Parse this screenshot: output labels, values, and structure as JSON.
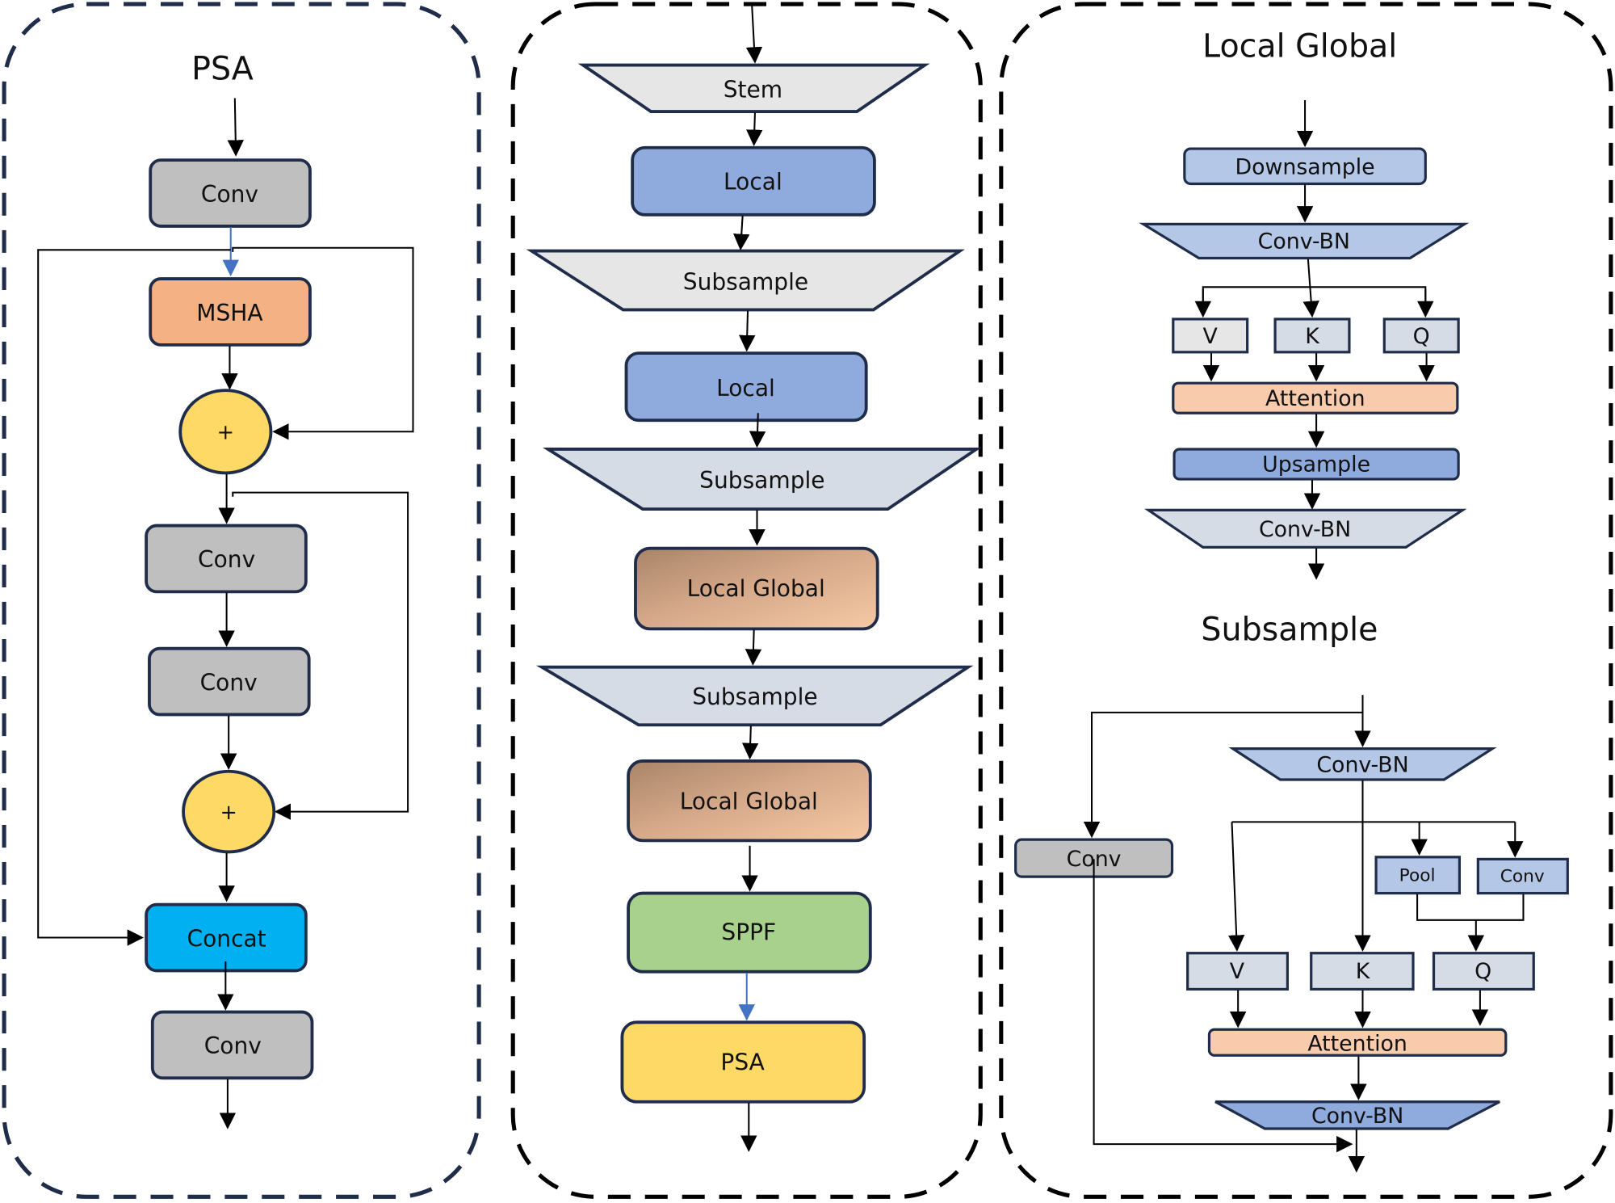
{
  "colors": {
    "gray": "#bfbfbf",
    "orange": "#f4b183",
    "yellow": "#ffd966",
    "cyan": "#00b0f0",
    "blue_mid": "#8faadc",
    "blue_light": "#b4c7e7",
    "blue_pale": "#d6dce5",
    "gray_light": "#e7e6e6",
    "green": "#a9d18e",
    "peach": "#f8cbad",
    "border": "#1f2d4a",
    "arrow_blue": "#4472c4"
  },
  "psa_panel": {
    "title": "PSA",
    "conv1": "Conv",
    "msha": "MSHA",
    "add1": "+",
    "conv2": "Conv",
    "conv3": "Conv",
    "add2": "+",
    "concat": "Concat",
    "conv4": "Conv"
  },
  "backbone_panel": {
    "stem": "Stem",
    "local1": "Local",
    "subsample1": "Subsample",
    "local2": "Local",
    "subsample2": "Subsample",
    "localglobal1": "Local Global",
    "subsample3": "Subsample",
    "localglobal2": "Local Global",
    "sppf": "SPPF",
    "psa": "PSA"
  },
  "local_global_panel": {
    "title": "Local Global",
    "downsample": "Downsample",
    "convbn1": "Conv-BN",
    "v": "V",
    "k": "K",
    "q": "Q",
    "attention": "Attention",
    "upsample": "Upsample",
    "convbn2": "Conv-BN"
  },
  "subsample_panel": {
    "title": "Subsample",
    "convbn1": "Conv-BN",
    "conv_side": "Conv",
    "pool": "Pool",
    "conv_small": "Conv",
    "v": "V",
    "k": "K",
    "q": "Q",
    "attention": "Attention",
    "convbn2": "Conv-BN"
  }
}
